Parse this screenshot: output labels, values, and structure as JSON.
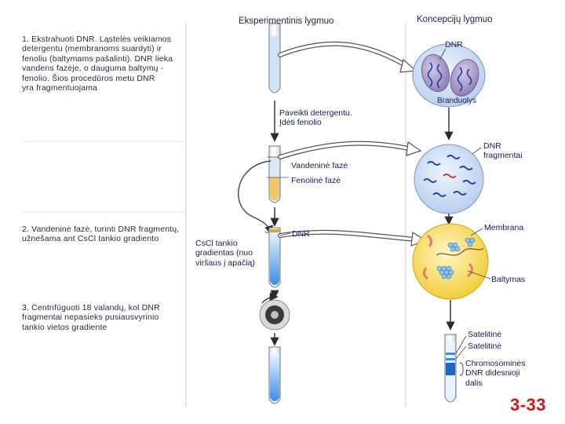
{
  "headers": {
    "experimental": "Eksperimentinis lygmuo",
    "conceptual": "Koncepcijų lygmuo"
  },
  "steps": {
    "step1": "1. Ekstrahuoti DNR. Ląstelės veikiamos\ndetergentu (membranoms suardyti) ir\nfenoliu (baltymams pašalinti). DNR lieka\nvandens fazėje, o dauguma baltymų -\nfenolio. Šios procedūros metu DNR\nyra fragmentuojama",
    "step2": "2. Vandeninė fazė, turinti DNR fragmentų,\nužnešama ant CsCl tankio gradiento",
    "step3": "3. Centrifūguoti 18 valandų, kol DNR\nfragmentai nepasieks pusiausvyrinio\ntankio vietos gradiente"
  },
  "labels": {
    "dnr_top": "DNR",
    "nucleus": "Branduolys",
    "detergent": "Paveikti detergentu.\nĮdėti fenolio",
    "dnr_fragments": "DNR\nfragmentai",
    "aqueous_phase": "Vandeninė fazė",
    "phenol_phase": "Fenolinė fazė",
    "dnr_mid": "DNR",
    "membrane": "Membrana",
    "cscl_gradient": "CsCl tankio\ngradientas (nuo\nviršaus į apačią)",
    "proteins": "Baltymas",
    "satellite1": "Satelitinė",
    "satellite2": "Satelitinė",
    "chromosomal": "Chromosominės\nDNR didesnioji\ndalis",
    "page_number": "3-33"
  },
  "colors": {
    "tube_blue": "#3c8de0",
    "phenol_yellow": "#f2c76a",
    "cell_blue": "#cfe0f5",
    "membrane_yellow": "#f6d64e",
    "nucleus_purple": "#a898c4",
    "page_red": "#d01818"
  }
}
